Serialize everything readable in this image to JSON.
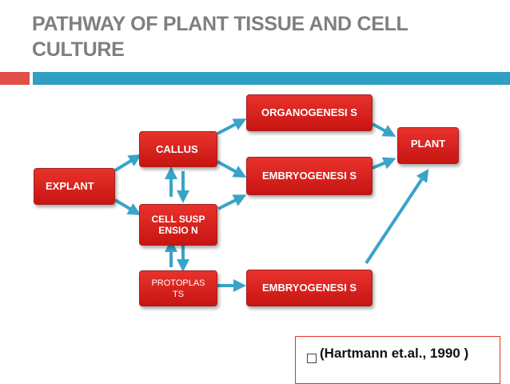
{
  "title": "PATHWAY OF PLANT TISSUE AND CELL CULTURE",
  "nodes": {
    "explant": "EXPLANT",
    "callus": "CALLUS",
    "cell_suspension": "CELL SUSPENSIO N",
    "protoplasts": "PROTOPLAS TS",
    "organogenesis": "ORGANOGENESI S",
    "embryogenesis_1": "EMBRYOGENESI S",
    "embryogenesis_2": "EMBRYOGENESI S",
    "plant": "PLANT"
  },
  "citation": "(Hartmann et.al., 1990 )",
  "colors": {
    "node": "#d71e1a",
    "arrow": "#3aa3c8",
    "accent_blue": "#2fa0c4",
    "accent_red": "#e05046",
    "title": "#7f7f7f"
  }
}
